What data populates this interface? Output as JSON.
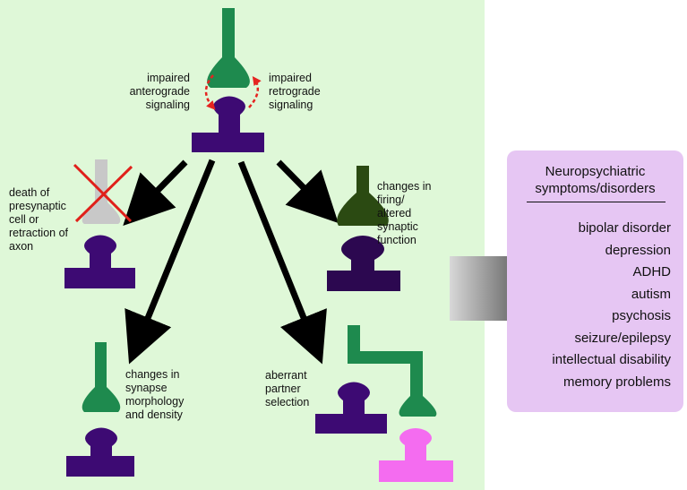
{
  "labels": {
    "anterograde": "impaired\nanterograde\nsignaling",
    "retrograde": "impaired\nretrograde\nsignaling",
    "death": "death of\npresynaptic\ncell or\nretraction of\naxon",
    "firing": "changes in\nfiring/\naltered\nsynaptic\nfunction",
    "morphology": "changes in\nsynapse\nmorphology\nand density",
    "partner": "aberrant\npartner\nselection"
  },
  "panel": {
    "title": "Neuropsychiatric\nsymptoms/disorders",
    "items": [
      "bipolar disorder",
      "depression",
      "ADHD",
      "autism",
      "psychosis",
      "seizure/epilepsy",
      "intellectual disability",
      "memory problems"
    ]
  },
  "colors": {
    "background_panel": "#dff8d8",
    "axon_green": "#1e8a4e",
    "dark_green": "#2b4a12",
    "dendrite_purple": "#3d0a73",
    "dark_purple": "#2c0850",
    "pink": "#f46cf0",
    "gray": "#c8c8c8",
    "cross_red": "#e0201a",
    "dashed_red": "#e52420",
    "list_panel": "#e6c6f3",
    "arrow": "#000000"
  }
}
